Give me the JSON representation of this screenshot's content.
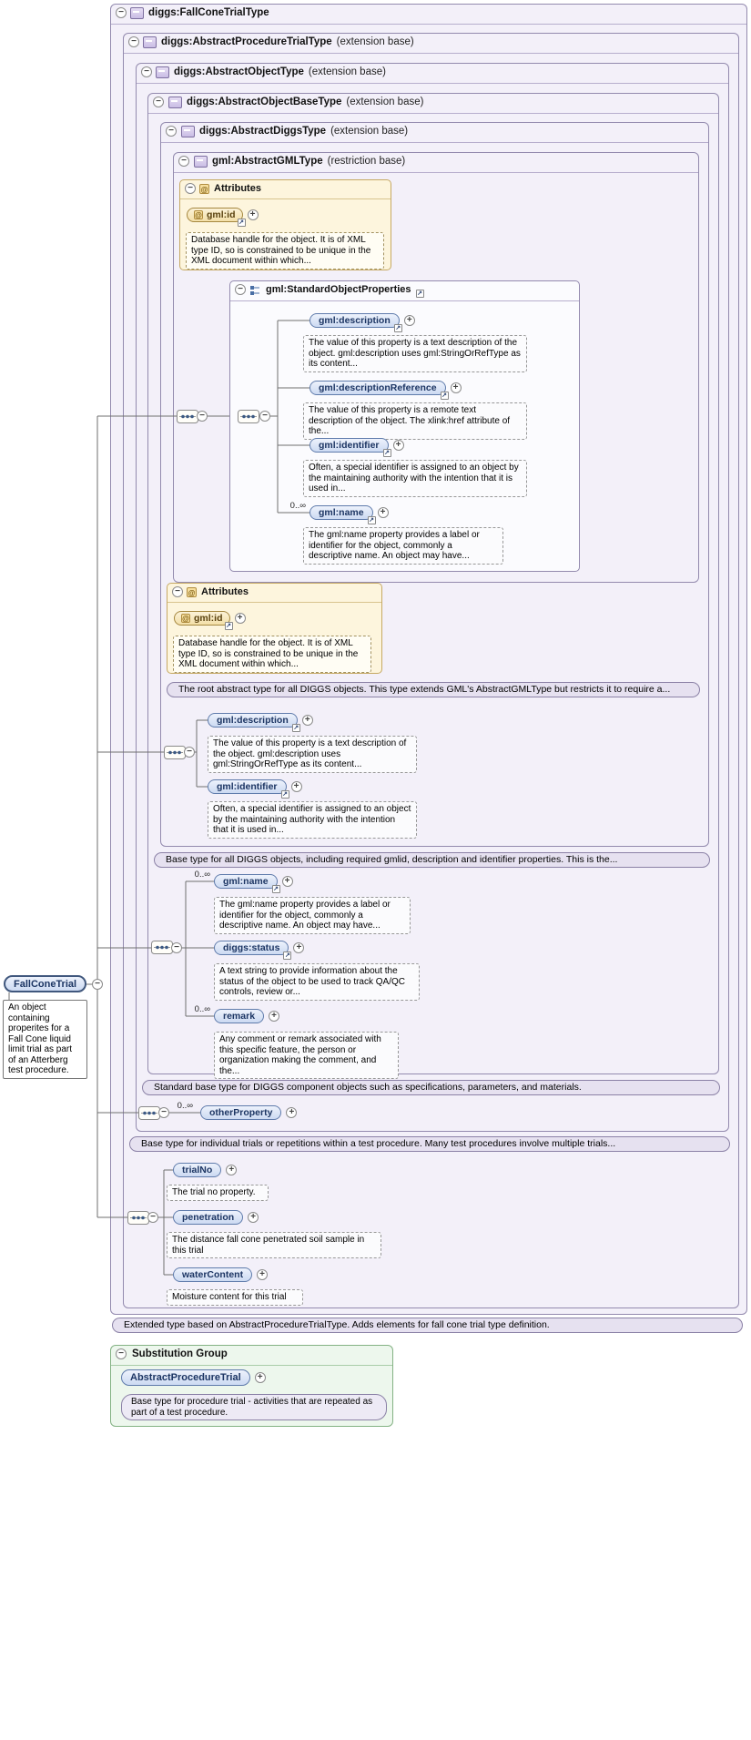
{
  "symbols": {
    "collapse": "−",
    "expand": "+",
    "at": "@",
    "ref_arrow": "↗"
  },
  "boxes": {
    "fallConeTrialType": {
      "title": "diggs:FallConeTrialType",
      "annotation": "Extended type based on AbstractProcedureTrialType. Adds elements for fall cone trial type definition."
    },
    "abstractProcedureTrialType": {
      "title": "diggs:AbstractProcedureTrialType",
      "suffix": "(extension base)",
      "annotation": "Base type for individual trials or repetitions within a test procedure. Many test procedures involve multiple trials..."
    },
    "abstractObjectType": {
      "title": "diggs:AbstractObjectType",
      "suffix": "(extension base)",
      "annotation": "Standard base type for DIGGS component objects such as specifications, parameters, and materials."
    },
    "abstractObjectBaseType": {
      "title": "diggs:AbstractObjectBaseType",
      "suffix": "(extension base)",
      "annotation": "Base type for all DIGGS objects, including required gmlid, description and identifier properties. This is the..."
    },
    "abstractDiggsType": {
      "title": "diggs:AbstractDiggsType",
      "suffix": "(extension base)",
      "annotation": "The root abstract type for all DIGGS objects. This type extends GML's AbstractGMLType but restricts it to require a..."
    },
    "abstractGmlType": {
      "title": "gml:AbstractGMLType",
      "suffix": "(restriction base)"
    }
  },
  "attributes": {
    "header": "Attributes",
    "gmlId": {
      "label": "gml:id",
      "doc": "Database handle for the object. It is of XML type ID, so is constrained to be unique in the XML document within which..."
    }
  },
  "group": {
    "title": "gml:StandardObjectProperties"
  },
  "elements": {
    "gml_description": {
      "label": "gml:description",
      "doc": "The value of this property is a text description of the object. gml:description uses gml:StringOrRefType as its content..."
    },
    "gml_descriptionReference": {
      "label": "gml:descriptionReference",
      "doc": "The value of this property is a remote text description of the object. The xlink:href attribute of the..."
    },
    "gml_identifier": {
      "label": "gml:identifier",
      "doc": "Often, a special identifier is assigned to an object by the maintaining authority with the intention that it is used in..."
    },
    "gml_name": {
      "label": "gml:name",
      "occurs": "0..∞",
      "doc": "The gml:name property provides a label or identifier for the object, commonly a descriptive name. An object may have..."
    },
    "diggs_status": {
      "label": "diggs:status",
      "doc": "A text string to provide information about the status of the object to be used to track QA/QC controls, review or..."
    },
    "remark": {
      "label": "remark",
      "occurs": "0..∞",
      "doc": "Any comment or remark associated with this specific feature, the person or organization making the comment, and the..."
    },
    "otherProperty": {
      "label": "otherProperty",
      "occurs": "0..∞"
    },
    "trialNo": {
      "label": "trialNo",
      "doc": "The trial no property."
    },
    "penetration": {
      "label": "penetration",
      "doc": "The distance fall cone penetrated soil sample in this trial"
    },
    "waterContent": {
      "label": "waterContent",
      "doc": "Moisture content for this trial"
    }
  },
  "globalElement": {
    "label": "FallConeTrial",
    "doc": "An object containing properites for a Fall Cone liquid limit trial as part of an Atterberg test procedure."
  },
  "substitutionGroup": {
    "header": "Substitution Group",
    "element": "AbstractProcedureTrial",
    "doc": "Base type for procedure trial - activities that are repeated as part of a test procedure."
  }
}
